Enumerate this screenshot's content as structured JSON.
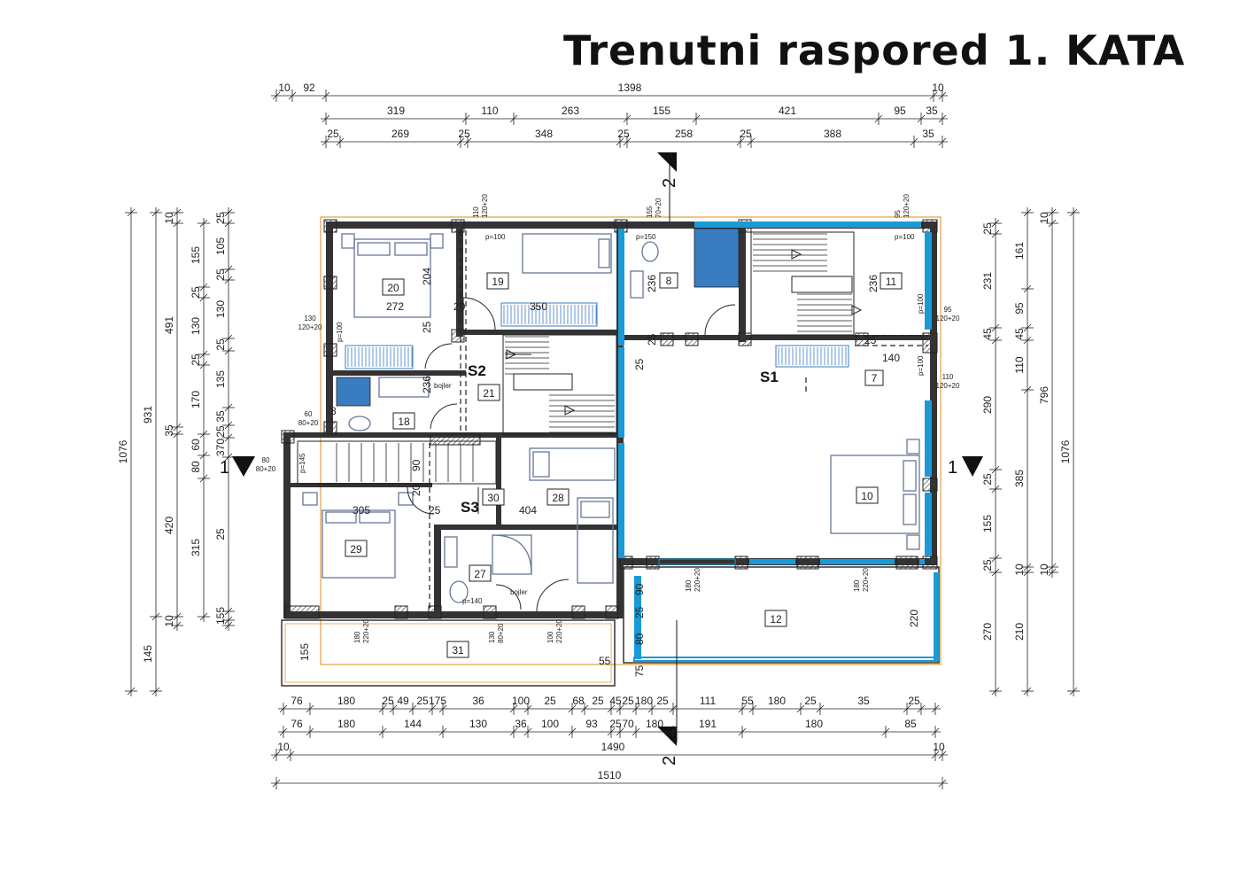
{
  "title": "Trenutni raspored 1. KATA",
  "colors": {
    "glass": "#1a9ad6",
    "outline": "#e0a040",
    "wall": "#222222",
    "furniture": "#667799"
  },
  "top_dims": {
    "row1": [
      "10",
      "92",
      "1398",
      "10"
    ],
    "row2": [
      "319",
      "110",
      "263",
      "155",
      "421",
      "95",
      "35"
    ],
    "row3": [
      "25",
      "269",
      "25",
      "348",
      "25",
      "258",
      "25",
      "388",
      "35"
    ]
  },
  "bottom_dims": {
    "row1": [
      "76",
      "180",
      "25",
      "49",
      "25",
      "175",
      "36",
      "100",
      "25",
      "68",
      "25",
      "45",
      "25",
      "180",
      "25",
      "111",
      "55",
      "180",
      "25",
      "35",
      "25"
    ],
    "row2": [
      "76",
      "180",
      "144",
      "130",
      "36",
      "100",
      "93",
      "25",
      "70",
      "180",
      "191",
      "180",
      "85"
    ],
    "row3": [
      "10",
      "1490",
      "10"
    ],
    "row4": [
      "1510"
    ]
  },
  "left_dims": {
    "outer": [
      "1076"
    ],
    "second": [
      "931",
      "145"
    ],
    "third": [
      "10",
      "491",
      "35",
      "420",
      "10"
    ],
    "fourth": [
      "155",
      "25",
      "130",
      "25",
      "170",
      "60",
      "80",
      "315"
    ],
    "fifth": [
      "25",
      "105",
      "25",
      "130",
      "25",
      "135",
      "35",
      "25",
      "370",
      "25",
      "155"
    ]
  },
  "right_dims": {
    "inner": [
      "25",
      "231",
      "45",
      "290",
      "25",
      "155",
      "25",
      "270"
    ],
    "second": [
      "161",
      "95",
      "45",
      "110",
      "385",
      "10",
      "210"
    ],
    "third": [
      "10",
      "796",
      "10"
    ],
    "outer": [
      "1076"
    ]
  },
  "rooms": [
    "7",
    "8",
    "10",
    "11",
    "12",
    "18",
    "19",
    "20",
    "21",
    "27",
    "28",
    "29",
    "30",
    "31"
  ],
  "zones": [
    "S1",
    "S2",
    "S3"
  ],
  "cut_labels": [
    "1",
    "1",
    "2",
    "2"
  ],
  "interior_dims": [
    "272",
    "204",
    "350",
    "236",
    "236",
    "140",
    "305",
    "404",
    "20",
    "25",
    "236",
    "25",
    "25",
    "90",
    "20",
    "25",
    "25",
    "25",
    "90",
    "80",
    "75",
    "55",
    "155",
    "220"
  ],
  "annotations": {
    "window_labels": [
      "p=100",
      "p=100",
      "p=150",
      "p=100",
      "p=100",
      "p=100",
      "p=140",
      "p=145"
    ],
    "openings": [
      "110\n120+20",
      "155\n70+20",
      "95\n120+20",
      "130\n120+20",
      "95\n120+20",
      "110\n120+20",
      "60\n80+20",
      "80\n80+20",
      "180\n220+20",
      "180\n220+20",
      "180\n220+20",
      "130\n80+20",
      "100\n220+20"
    ],
    "boiler": [
      "bojler",
      "bojler"
    ],
    "sink_label": "8"
  }
}
